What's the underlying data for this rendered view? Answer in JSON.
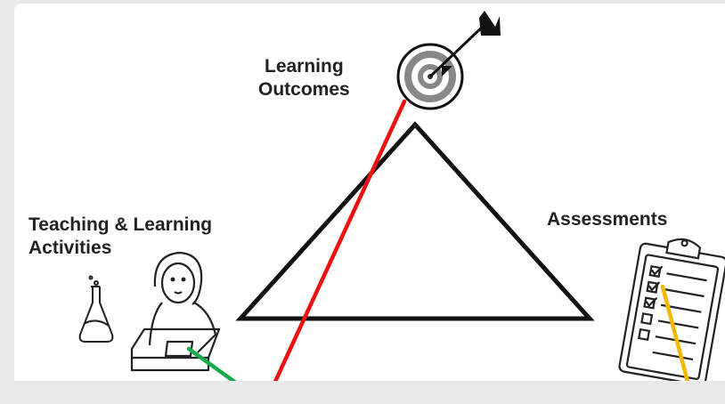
{
  "labels": {
    "outcomes_line1": "Learning",
    "outcomes_line2": "Outcomes",
    "activities_line1": "Teaching & Learning",
    "activities_line2": "Activities",
    "assessments": "Assessments"
  },
  "colors": {
    "background": "#e9e9e9",
    "panel": "#ffffff",
    "ink": "#111111",
    "red_line": "#ee1111",
    "green_line": "#1aaa4a",
    "yellow_line": "#f5b800"
  },
  "icons": [
    "target-icon",
    "person-at-desk-icon",
    "flask-icon",
    "clipboard-checklist-icon"
  ]
}
